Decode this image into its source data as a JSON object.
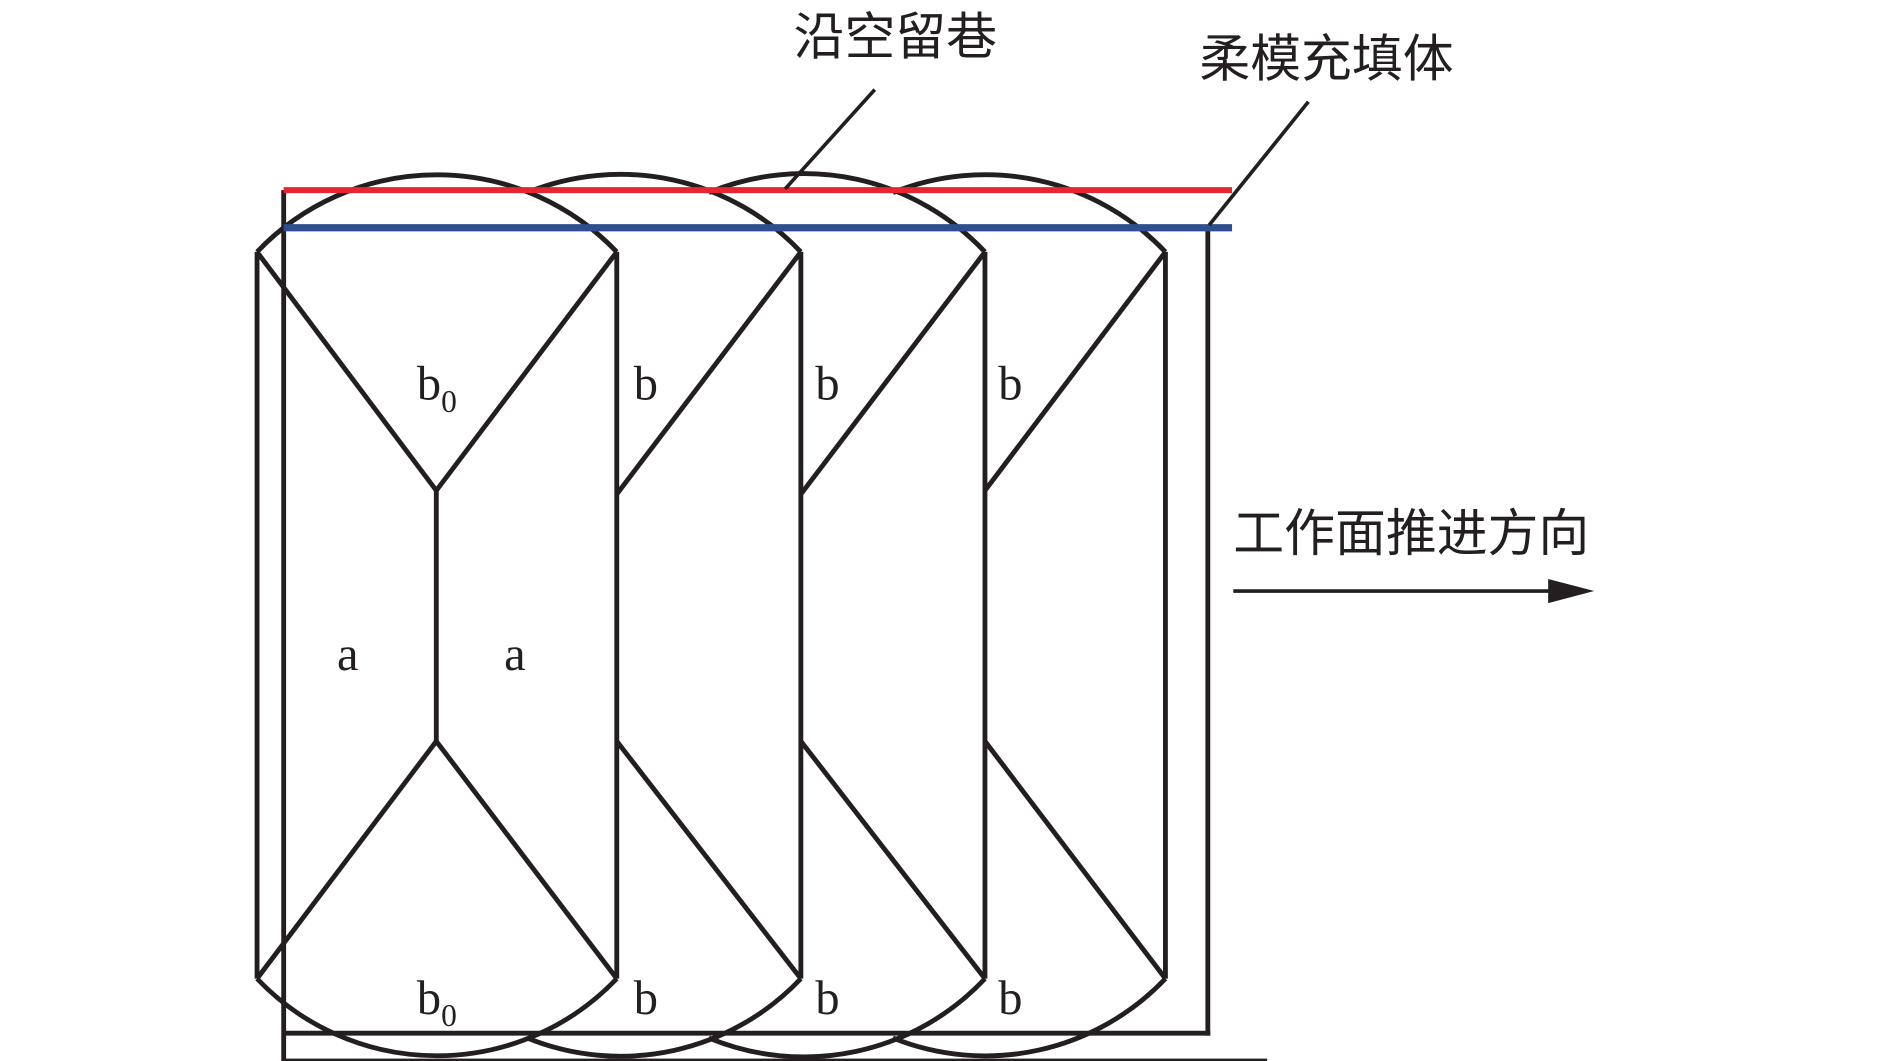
{
  "labels": {
    "gob_side_entry": "沿空留巷",
    "flexible_formwork_filling": "柔模充填体",
    "advance_direction": "工作面推进方向"
  },
  "regions": {
    "a_left": "a",
    "a_right": "a",
    "b0_top": "b",
    "b0_top_sub": "0",
    "b0_bottom": "b",
    "b0_bottom_sub": "0",
    "b_top": [
      "b",
      "b",
      "b"
    ],
    "b_bottom": [
      "b",
      "b",
      "b"
    ]
  },
  "colors": {
    "entry_line": "#e8262f",
    "filling_line": "#2e4f8f",
    "outline": "#231f20"
  }
}
